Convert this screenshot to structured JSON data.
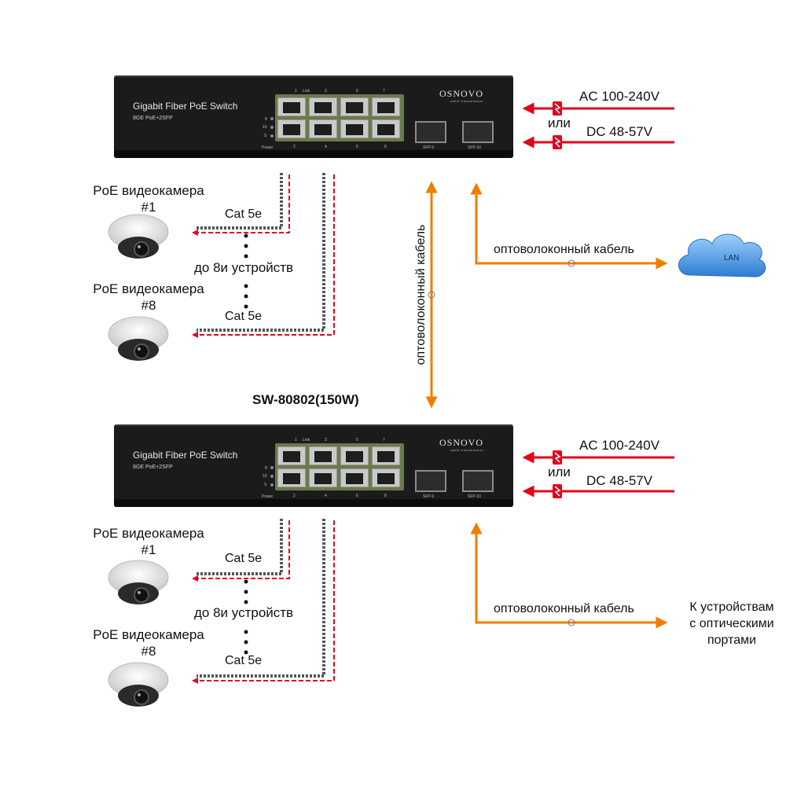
{
  "model_label": "SW-80802(150W)",
  "switch": {
    "title": "Gigabit Fiber PoE Switch",
    "subtitle": "8GE PoE+2SFP",
    "brand": "OSNOVO",
    "brand_sub": "cable transmission",
    "port_top_labels": [
      "1",
      "Link",
      "3",
      "5",
      "7"
    ],
    "port_bottom_labels": [
      "2",
      "4",
      "6",
      "8"
    ],
    "sfp_labels": [
      "SFP-9",
      "SFP-10"
    ],
    "power_label": "Power",
    "led_labels": [
      "g",
      "10",
      "S"
    ]
  },
  "power": {
    "ac": "AC 100-240V",
    "or": "или",
    "dc": "DC 48-57V"
  },
  "cameras": {
    "first": "PoE видеокамера #1",
    "last": "PoE видеокамера #8",
    "cable": "Cat 5e",
    "count_note": "до 8и устройств"
  },
  "fiber": {
    "horizontal": "оптоволоконный кабель",
    "vertical": "оптоволоконный кабель"
  },
  "lan": "LAN",
  "destination": [
    "К устройствам",
    "с оптическими",
    "портами"
  ],
  "colors": {
    "power_line": "#e3001b",
    "fiber_line": "#f07d00",
    "cable_line": "#555555",
    "poe_dashed": "#e3001b",
    "switch_body": "#1b1b1b",
    "cloud": "#3d8fd6"
  }
}
